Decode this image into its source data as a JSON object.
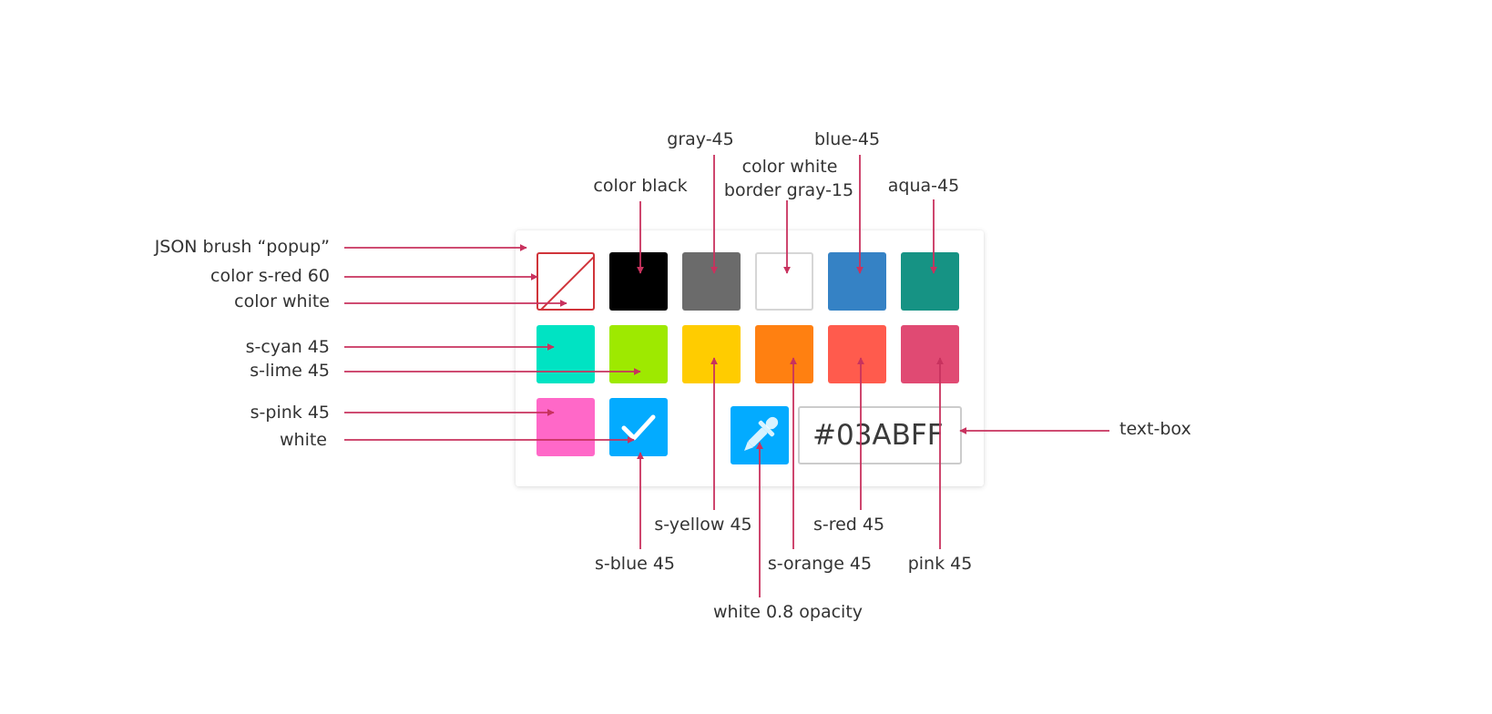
{
  "colors": {
    "arrow": "#c8325e",
    "none_border": "#d0343a",
    "black": "#000000",
    "gray_45": "#6b6b6b",
    "white": "#ffffff",
    "white_border": "#d6d6d6",
    "blue_45": "#3582c5",
    "aqua_45": "#169384",
    "s_cyan_45": "#00e3c3",
    "s_lime_45": "#9ee900",
    "s_yellow_45": "#ffcc00",
    "s_orange_45": "#ff8011",
    "s_red_45": "#ff5b4d",
    "pink_45": "#e04a73",
    "s_pink_45": "#ff68c8",
    "s_blue_45": "#03abff",
    "eyedropper_bg": "#03abff"
  },
  "icons": {
    "selected": "check-icon",
    "picker": "eyedropper-icon",
    "no_color": "diagonal-slash-icon"
  },
  "hex_input": {
    "value": "#03ABFF"
  },
  "labels": {
    "json_brush_popup": "JSON brush “popup”",
    "color_s_red_60": "color s-red 60",
    "color_white_left": "color white",
    "s_cyan_45": "s-cyan 45",
    "s_lime_45": "s-lime 45",
    "s_pink_45": "s-pink 45",
    "white": "white",
    "color_black": "color black",
    "gray_45": "gray-45",
    "color_white_top": "color white",
    "border_gray_15": "border gray-15",
    "blue_45": "blue-45",
    "aqua_45": "aqua-45",
    "text_box": "text-box",
    "s_blue_45": "s-blue 45",
    "s_yellow_45": "s-yellow 45",
    "white_08_opacity": "white 0.8 opacity",
    "s_orange_45": "s-orange 45",
    "s_red_45": "s-red 45",
    "pink_45": "pink 45"
  }
}
